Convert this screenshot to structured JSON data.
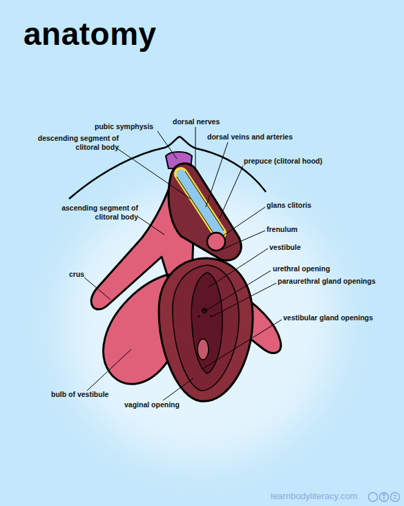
{
  "diagram": {
    "title": "anatomy",
    "labels": [
      "pubic symphysis",
      "dorsal nerves",
      "descending segment of clitoral body",
      "dorsal veins and arteries",
      "prepuce (clitoral hood)",
      "ascending segment of clitoral body",
      "glans clitoris",
      "frenulum",
      "vestibule",
      "crus",
      "urethral opening",
      "paraurethral gland openings",
      "vestibular gland openings",
      "bulb of vestibule",
      "vaginal opening",
      "learnbodyliteracy.com"
    ]
  }
}
